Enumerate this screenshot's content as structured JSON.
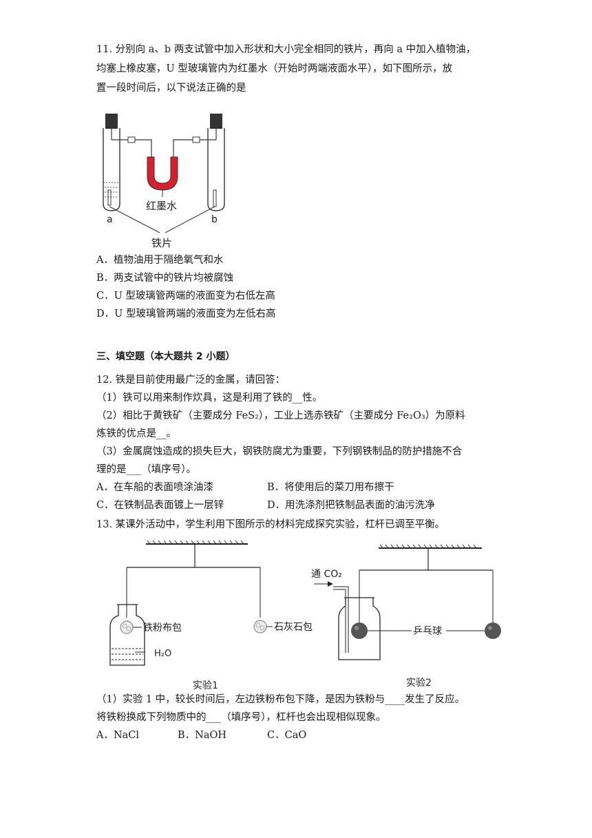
{
  "q11": {
    "line1": "11. 分别向 a、b 两支试管中加入形状和大小完全相同的铁片，再向 a 中加入植物油，",
    "line2": "均塞上橡皮塞，U 型玻璃管内为红墨水（开始时两端液面水平），如下图所示，放",
    "line3": "置一段时间后，以下说法正确的是",
    "figure": {
      "label_ink": "红墨水",
      "label_a": "a",
      "label_b": "b",
      "label_iron": "铁片"
    },
    "options": [
      "A．植物油用于隔绝氧气和水",
      "B．两支试管中的铁片均被腐蚀",
      "C．U 型玻璃管两端的液面变为右低左高",
      "D．U 型玻璃管两端的液面变为左低右高"
    ]
  },
  "section3": {
    "title": "三、填空题（本大题共 2 小题）"
  },
  "q12": {
    "intro": "12. 铁是目前使用最广泛的金属，请回答：",
    "p1": "（1）铁可以用来制作炊具，这是利用了铁的__性。",
    "p2_line1": "（2）相比于黄铁矿（主要成分 FeS₂），工业上选赤铁矿（主要成分 Fe₂O₃）为原料",
    "p2_line2": "炼铁的优点是__。",
    "p3_line1": "（3）金属腐蚀造成的损失巨大，钢铁防腐尤为重要，下列钢铁制品的防护措施不合",
    "p3_line2": "理的是___（填序号）。",
    "opt_a": "A．在车船的表面喷涂油漆",
    "opt_b": "B．将使用后的菜刀用布擦干",
    "opt_c": "C．在铁制品表面镀上一层锌",
    "opt_d": "D．用洗涤剂把铁制品表面的油污洗净"
  },
  "q13": {
    "intro": "13. 某课外活动中，学生利用下图所示的材料完成探究实验，杠杆已调至平衡。",
    "figure": {
      "iron_bag": "铁粉布包",
      "water": "H₂O",
      "limestone_bag": "石灰石包",
      "co2_in": "通 CO₂",
      "pingpong": "乒乓球",
      "exp1": "实验1",
      "exp2": "实验2"
    },
    "p1_line1": "（1）实验 1 中，较长时间后，左边铁粉布包下降，是因为铁粉与____发生了反应。",
    "p1_line2": "将铁粉换成下列物质中的___（填序号），杠杆也会出现相似现象。",
    "opt_a": "A．NaCl",
    "opt_b": "B．NaOH",
    "opt_c": "C．CaO"
  }
}
